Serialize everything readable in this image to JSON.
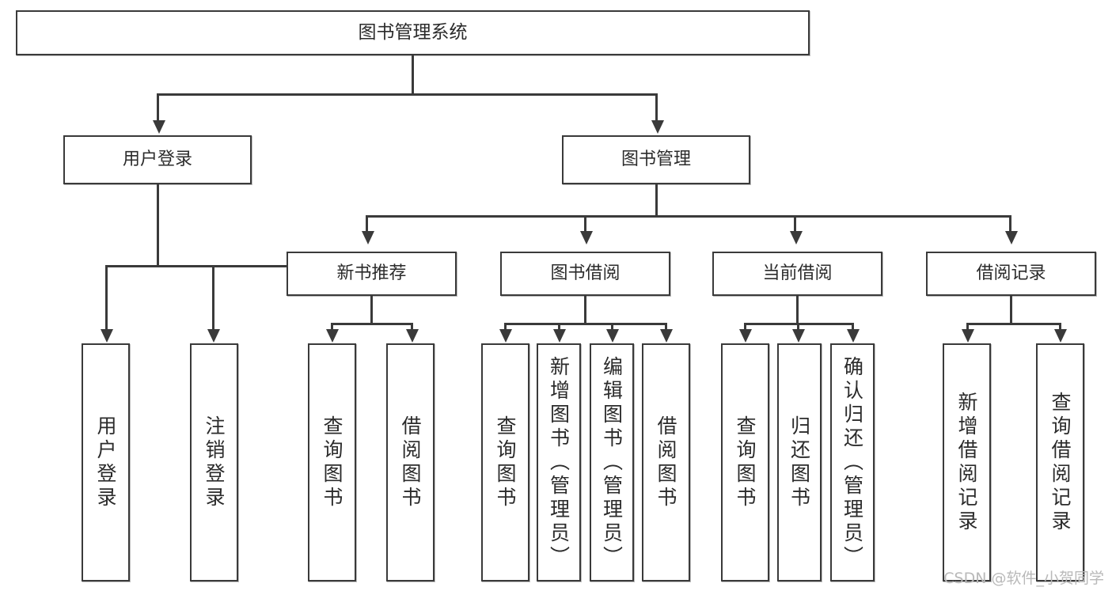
{
  "diagram": {
    "type": "tree-hierarchy-diagram",
    "root": {
      "label": "图书管理系统"
    },
    "level1": [
      {
        "label": "用户登录"
      },
      {
        "label": "图书管理"
      }
    ],
    "level2": [
      {
        "label": "新书推荐"
      },
      {
        "label": "图书借阅"
      },
      {
        "label": "当前借阅"
      },
      {
        "label": "借阅记录"
      }
    ],
    "leaves": {
      "user_login": [
        {
          "label": "用户登录"
        },
        {
          "label": "注销登录"
        }
      ],
      "new_book_recommend": [
        {
          "label": "查询图书"
        },
        {
          "label": "借阅图书"
        }
      ],
      "book_borrow": [
        {
          "label": "查询图书"
        },
        {
          "label": "新增图书（管理员）"
        },
        {
          "label": "编辑图书（管理员）"
        },
        {
          "label": "借阅图书"
        }
      ],
      "current_borrow": [
        {
          "label": "查询图书"
        },
        {
          "label": "归还图书"
        },
        {
          "label": "确认归还（管理员）"
        }
      ],
      "borrow_record": [
        {
          "label": "新增借阅记录"
        },
        {
          "label": "查询借阅记录"
        }
      ]
    }
  },
  "watermark": {
    "text": "CSDN @软件_小贺同学"
  },
  "colors": {
    "stroke": "#3a3a3a",
    "text": "#2b2b2b",
    "background": "#ffffff",
    "watermark": "#b9b9b9"
  }
}
